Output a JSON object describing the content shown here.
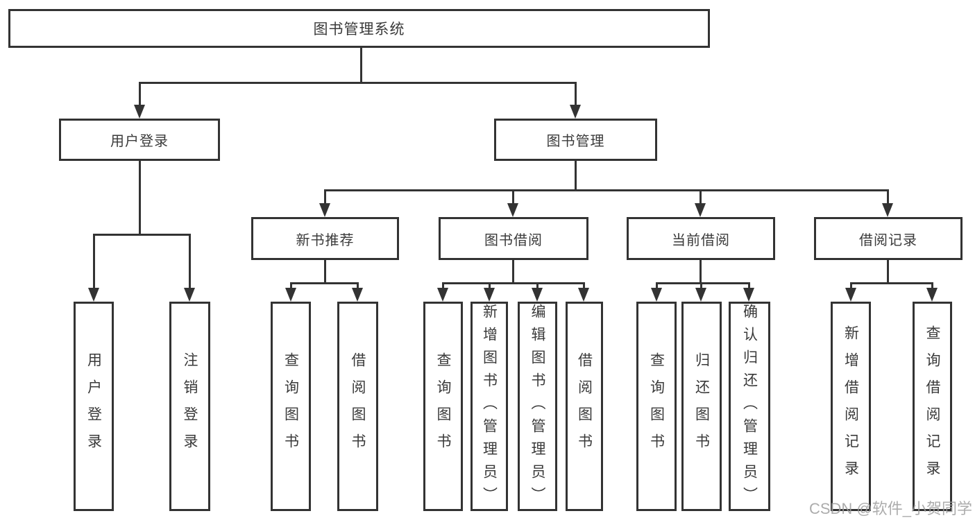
{
  "colors": {
    "line": "#333333",
    "box_border": "#333333",
    "text": "#3a3a3a",
    "background": "#ffffff",
    "watermark": "#9e9e9e"
  },
  "watermark": "CSDN @软件_小贺同学",
  "tree": {
    "root": "图书管理系统",
    "user_login": {
      "label": "用户登录",
      "children": [
        "用户登录",
        "注销登录"
      ]
    },
    "book_mgmt": {
      "label": "图书管理",
      "groups": [
        {
          "label": "新书推荐",
          "children": [
            "查询图书",
            "借阅图书"
          ]
        },
        {
          "label": "图书借阅",
          "children": [
            "查询图书",
            "新增图书（管理员）",
            "编辑图书（管理员）",
            "借阅图书"
          ]
        },
        {
          "label": "当前借阅",
          "children": [
            "查询图书",
            "归还图书",
            "确认归还（管理员）"
          ]
        },
        {
          "label": "借阅记录",
          "children": [
            "新增借阅记录",
            "查询借阅记录"
          ]
        }
      ]
    }
  }
}
